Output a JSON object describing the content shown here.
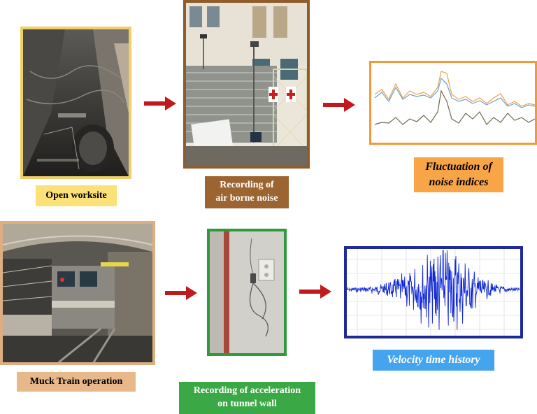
{
  "steps": {
    "open_worksite": "Open worksite",
    "airborne_noise": "Recording of\nair borne noise",
    "noise_indices": "Fluctuation of\nnoise indices",
    "muck_train": "Muck Train operation",
    "acceleration": "Recording of acceleration\non tunnel wall",
    "velocity": "Velocity time history"
  },
  "colors": {
    "yellow_frame": "#f0cf6a",
    "yellow_label": "#fce178",
    "brown_frame": "#8f5c2c",
    "brown_label": "#9b6430",
    "orange_frame": "#f29a3a",
    "orange_label": "#f7a546",
    "tan_frame": "#dcae82",
    "tan_label": "#e8b88a",
    "green_frame": "#2f9a3c",
    "green_label": "#3aa845",
    "blue_frame": "#1f2a9a",
    "blue_label": "#44a4ee",
    "arrow": "#c0191e",
    "signal": "#1028d8"
  }
}
